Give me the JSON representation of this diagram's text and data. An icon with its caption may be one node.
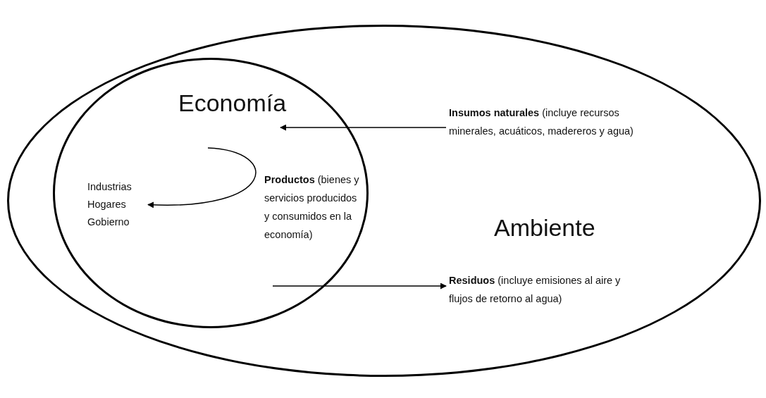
{
  "diagram": {
    "nodes": [
      {
        "text": [
          "Ambiente"
        ]
      },
      {
        "text": [
          "Economía"
        ],
        "in": 0
      },
      {
        "text": [
          "Industrias",
          "Hogares",
          "Gobierno"
        ],
        "in": 1
      },
      {
        "text": [
          "**Productos** (bienes y servicios producidos y consumidos en la economía)"
        ],
        "in": 1
      },
      {
        "text": [
          "**Insumos naturales** (incluye recursos minerales, acuáticos, madereros y agua)"
        ],
        "in": 0
      },
      {
        "text": [
          "**Residuos** (incluye emisiones al aire y flujos de retorno al agua)"
        ],
        "in": 0
      }
    ],
    "edges": [
      {
        "from": 4,
        "to": null,
        "arrow": "to"
      },
      {
        "from": null,
        "to": 5,
        "arrow": "to"
      },
      {
        "from": null,
        "to": 2,
        "arrow": "to"
      }
    ]
  }
}
